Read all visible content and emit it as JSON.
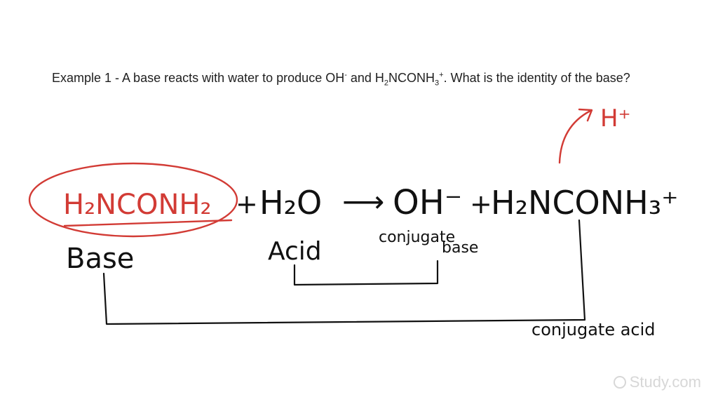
{
  "question": {
    "prefix": "Example 1 - A base reacts with water to produce OH",
    "sup1": "-",
    "mid": " and H",
    "sub1": "2",
    "mid2": "NCONH",
    "sub2": "3",
    "sup2": "+",
    "suffix": ". What is the identity of the base?"
  },
  "equation": {
    "base_formula": "H₂NCONH₂",
    "plus1": "+",
    "water": "H₂O",
    "arrow": "⟶",
    "hydroxide": "OH⁻",
    "plus2": "+",
    "conj_acid_formula": "H₂NCONH₃⁺",
    "proton": "H⁺"
  },
  "labels": {
    "base": "Base",
    "acid": "Acid",
    "conjugate_base_line1": "conjugate",
    "conjugate_base_line2": "base",
    "conjugate_acid": "conjugate acid"
  },
  "watermark": {
    "text": "Study.com"
  },
  "colors": {
    "ink": "#111111",
    "highlight": "#d23b35",
    "watermark": "#d7d7d7"
  }
}
